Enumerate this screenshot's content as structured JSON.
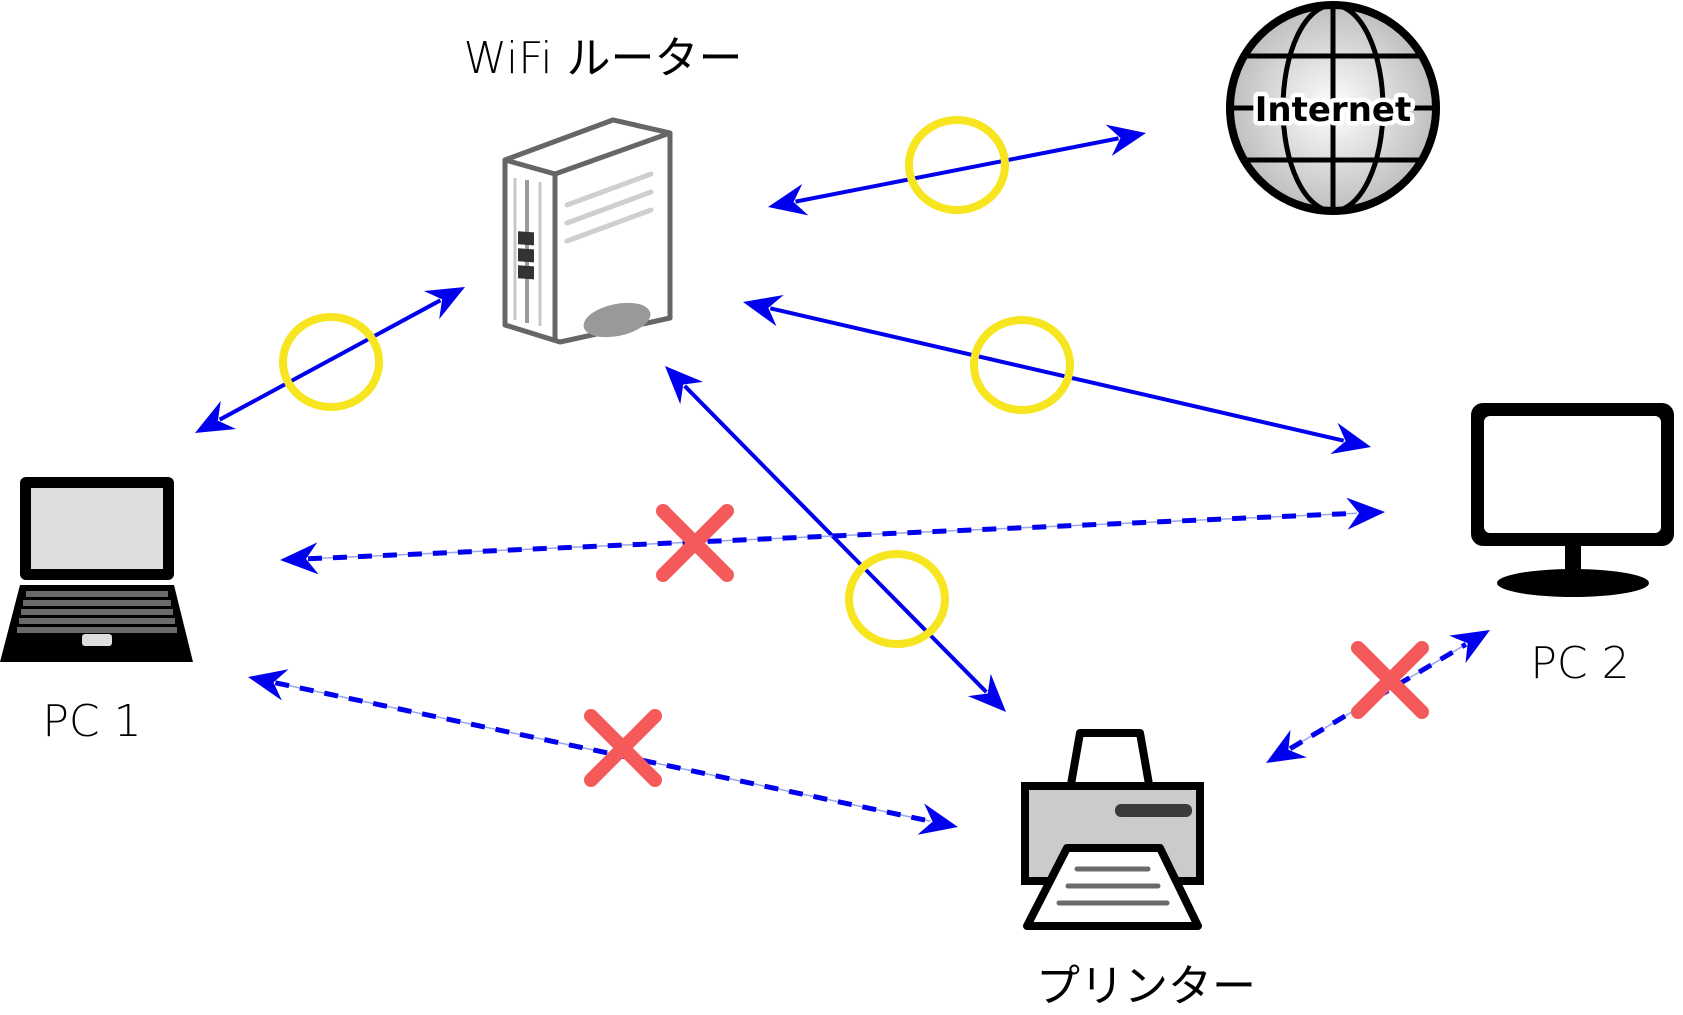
{
  "nodes": {
    "router": {
      "label": "WiFi ルーター",
      "icon": "wifi-router-icon"
    },
    "internet": {
      "label": "Internet",
      "icon": "globe-icon"
    },
    "pc1": {
      "label": "PC 1",
      "icon": "laptop-icon"
    },
    "pc2": {
      "label": "PC 2",
      "icon": "monitor-icon"
    },
    "printer": {
      "label": "プリンター",
      "icon": "printer-icon"
    }
  },
  "colors": {
    "arrow": "#0000ee",
    "ok_mark": "#f6e51f",
    "ng_mark": "#f55a5a",
    "dash_guide": "#9aa6ee"
  },
  "connections": [
    {
      "from": "pc1",
      "to": "router",
      "style": "solid",
      "status": "ok",
      "mark": "circle"
    },
    {
      "from": "router",
      "to": "internet",
      "style": "solid",
      "status": "ok",
      "mark": "circle"
    },
    {
      "from": "router",
      "to": "pc2",
      "style": "solid",
      "status": "ok",
      "mark": "circle"
    },
    {
      "from": "router",
      "to": "printer",
      "style": "solid",
      "status": "ok",
      "mark": "circle"
    },
    {
      "from": "pc1",
      "to": "pc2",
      "style": "dashed",
      "status": "blocked",
      "mark": "cross"
    },
    {
      "from": "pc1",
      "to": "printer",
      "style": "dashed",
      "status": "blocked",
      "mark": "cross"
    },
    {
      "from": "printer",
      "to": "pc2",
      "style": "dashed",
      "status": "blocked",
      "mark": "cross"
    }
  ]
}
